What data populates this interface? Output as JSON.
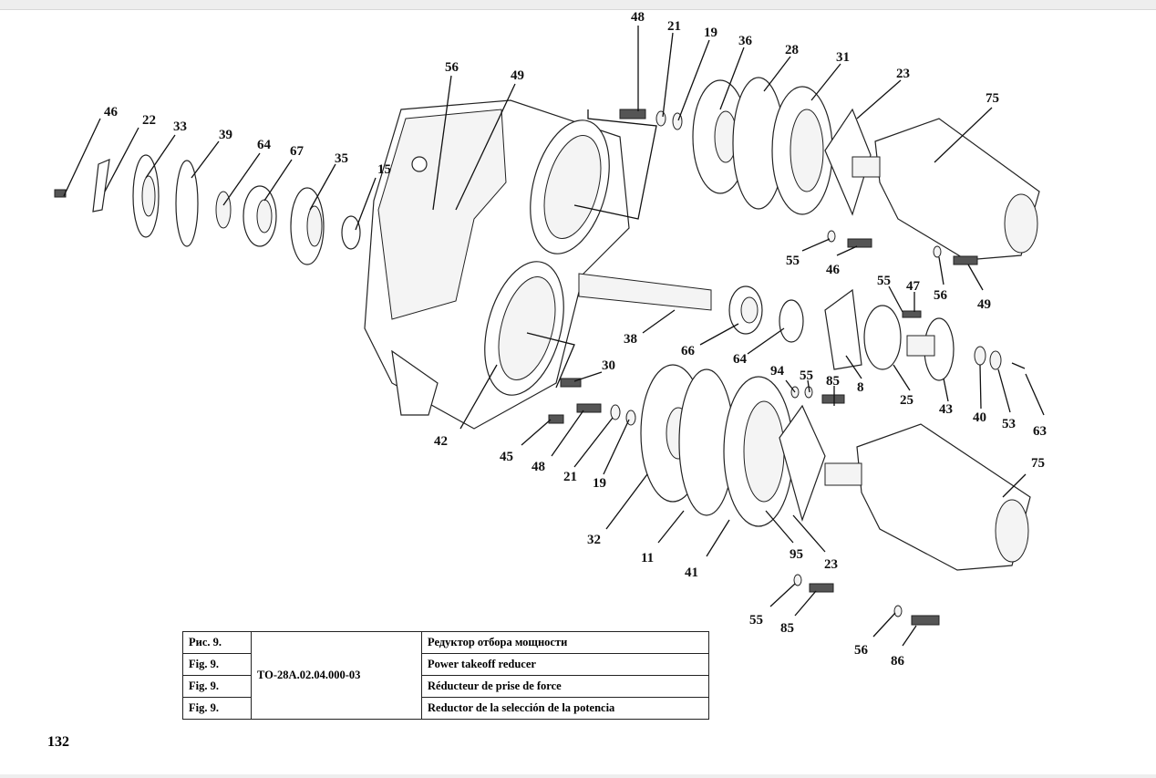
{
  "figure": {
    "callouts": [
      {
        "id": "c46a",
        "text": "46"
      },
      {
        "id": "c22",
        "text": "22"
      },
      {
        "id": "c33",
        "text": "33"
      },
      {
        "id": "c39",
        "text": "39"
      },
      {
        "id": "c64a",
        "text": "64"
      },
      {
        "id": "c67",
        "text": "67"
      },
      {
        "id": "c35",
        "text": "35"
      },
      {
        "id": "c15",
        "text": "15"
      },
      {
        "id": "c56a",
        "text": "56"
      },
      {
        "id": "c49a",
        "text": "49"
      },
      {
        "id": "c48a",
        "text": "48"
      },
      {
        "id": "c21a",
        "text": "21"
      },
      {
        "id": "c19a",
        "text": "19"
      },
      {
        "id": "c36",
        "text": "36"
      },
      {
        "id": "c28",
        "text": "28"
      },
      {
        "id": "c31",
        "text": "31"
      },
      {
        "id": "c23a",
        "text": "23"
      },
      {
        "id": "c75a",
        "text": "75"
      },
      {
        "id": "c55a",
        "text": "55"
      },
      {
        "id": "c46b",
        "text": "46"
      },
      {
        "id": "c56b",
        "text": "56"
      },
      {
        "id": "c49b",
        "text": "49"
      },
      {
        "id": "c55b",
        "text": "55"
      },
      {
        "id": "c47",
        "text": "47"
      },
      {
        "id": "c38",
        "text": "38"
      },
      {
        "id": "c66",
        "text": "66"
      },
      {
        "id": "c64b",
        "text": "64"
      },
      {
        "id": "c8",
        "text": "8"
      },
      {
        "id": "c25",
        "text": "25"
      },
      {
        "id": "c43",
        "text": "43"
      },
      {
        "id": "c40",
        "text": "40"
      },
      {
        "id": "c53",
        "text": "53"
      },
      {
        "id": "c63",
        "text": "63"
      },
      {
        "id": "c30",
        "text": "30"
      },
      {
        "id": "c94",
        "text": "94"
      },
      {
        "id": "c55c",
        "text": "55"
      },
      {
        "id": "c85a",
        "text": "85"
      },
      {
        "id": "c42",
        "text": "42"
      },
      {
        "id": "c45",
        "text": "45"
      },
      {
        "id": "c48b",
        "text": "48"
      },
      {
        "id": "c21b",
        "text": "21"
      },
      {
        "id": "c19b",
        "text": "19"
      },
      {
        "id": "c32",
        "text": "32"
      },
      {
        "id": "c11",
        "text": "11"
      },
      {
        "id": "c41",
        "text": "41"
      },
      {
        "id": "c95",
        "text": "95"
      },
      {
        "id": "c23b",
        "text": "23"
      },
      {
        "id": "c75b",
        "text": "75"
      },
      {
        "id": "c55d",
        "text": "55"
      },
      {
        "id": "c85b",
        "text": "85"
      },
      {
        "id": "c56c",
        "text": "56"
      },
      {
        "id": "c86",
        "text": "86"
      }
    ]
  },
  "caption": {
    "rows": [
      {
        "fig": "Рис. 9.",
        "title": "Редуктор отбора мощности"
      },
      {
        "fig": "Fig. 9.",
        "title": "Power takeoff reducer"
      },
      {
        "fig": "Fig. 9.",
        "title": "Réducteur de prise de force"
      },
      {
        "fig": "Fig. 9.",
        "title": "Reductor de la selección de la potencia"
      }
    ],
    "code": "ТО-28А.02.04.000-03"
  },
  "page_number": "132"
}
